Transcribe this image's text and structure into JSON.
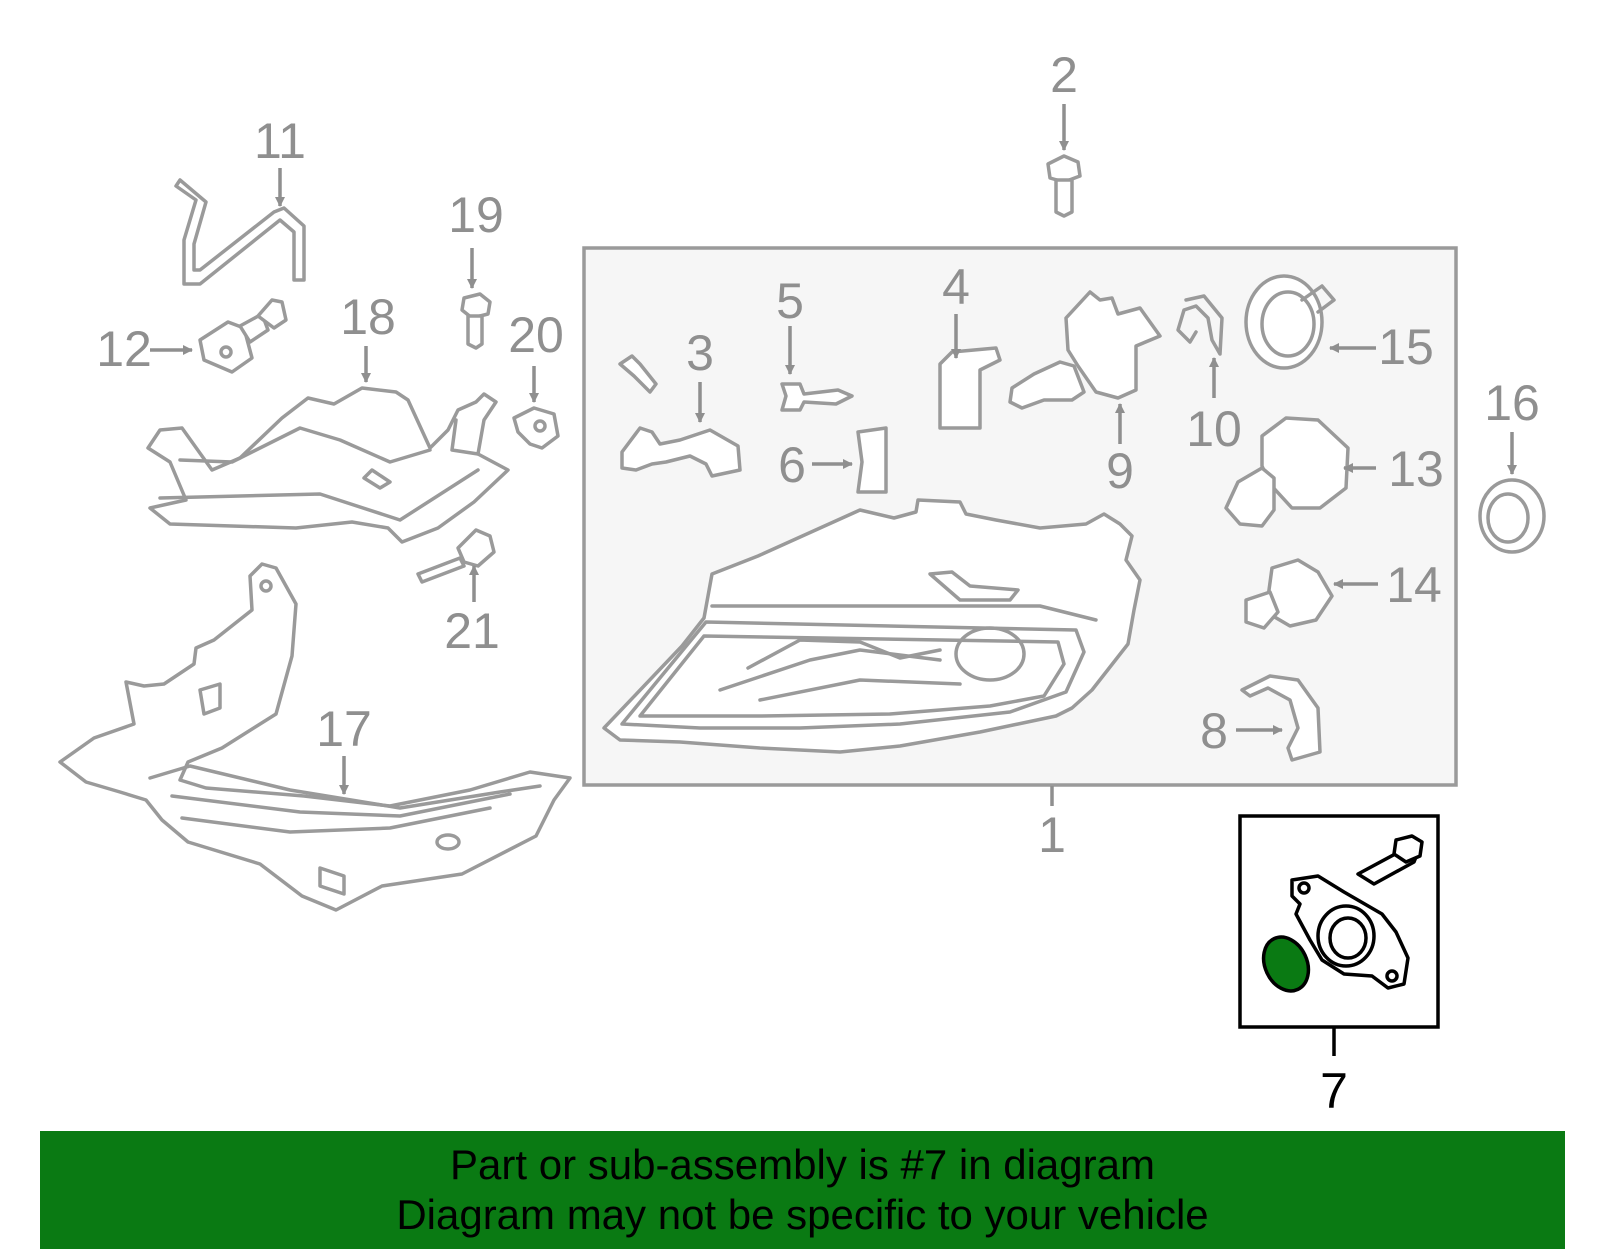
{
  "colors": {
    "banner": "#0a7a13",
    "highlight_part": "#0a7a13",
    "part_stroke": "#9a9a9a",
    "label_gray": "#8f8f8f",
    "box_fill": "#f6f6f6"
  },
  "callouts": [
    "1",
    "2",
    "3",
    "4",
    "5",
    "6",
    "7",
    "8",
    "9",
    "10",
    "11",
    "12",
    "13",
    "14",
    "15",
    "16",
    "17",
    "18",
    "19",
    "20",
    "21"
  ],
  "highlighted_callout": "7",
  "footer": {
    "line1": "Part or sub-assembly is #7 in diagram",
    "line2": "Diagram may not be specific to your vehicle"
  }
}
